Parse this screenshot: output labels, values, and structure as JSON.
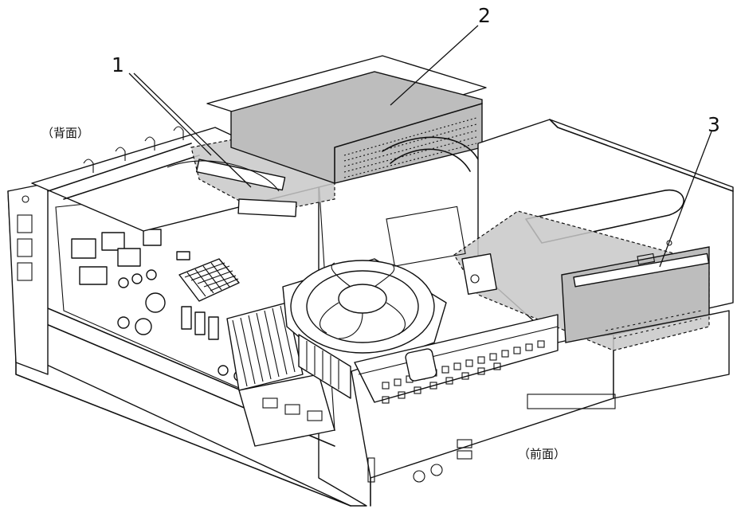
{
  "callouts": {
    "c1": "1",
    "c2": "2",
    "c3": "3"
  },
  "side_labels": {
    "rear": "（背面）",
    "front": "（前面）"
  },
  "colors": {
    "line": "#111111",
    "highlight": "#c8c8c8",
    "background": "#ffffff"
  }
}
